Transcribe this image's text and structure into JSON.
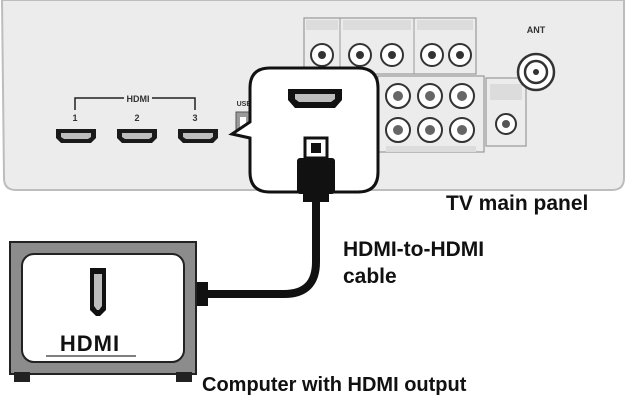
{
  "tv_panel": {
    "hdmi_group_label": "HDMI",
    "port_numbers": [
      "1",
      "2",
      "3"
    ],
    "usb_label": "USB",
    "antenna_label": "ANT"
  },
  "labels": {
    "tv_main_panel": "TV main panel",
    "cable_line1": "HDMI-to-HDMI",
    "cable_line2": "cable",
    "computer": "Computer with HDMI output"
  },
  "computer_box": {
    "logo_text": "HDMI"
  },
  "colors": {
    "tv_panel_fill": "#ececec",
    "tv_panel_stroke": "#bdbdbd",
    "cable": "#111111",
    "computer_case": "#8c8c8c",
    "port": "#1a1a1a"
  }
}
